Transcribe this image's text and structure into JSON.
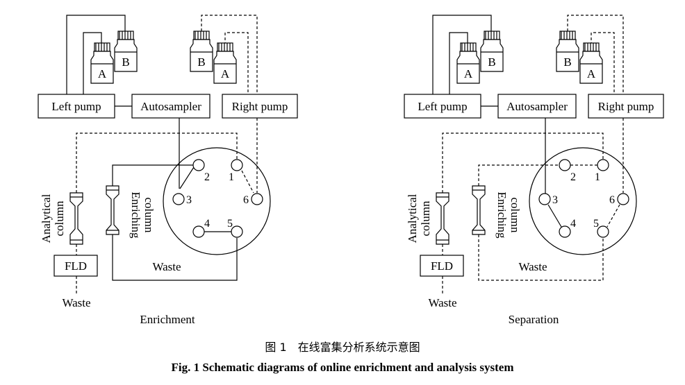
{
  "panels": [
    {
      "id": "enrichment",
      "label_left_pump": "Left pump",
      "label_autosampler": "Autosampler",
      "label_right_pump": "Right pump",
      "bottle_a": "A",
      "bottle_b": "B",
      "analytical_column": [
        "Analytical",
        "column"
      ],
      "enriching_column": [
        "Enriching",
        "column"
      ],
      "fld": "FLD",
      "waste_bottom": "Waste",
      "waste_valve": "Waste",
      "ports": [
        "1",
        "2",
        "3",
        "4",
        "5",
        "6"
      ],
      "title": "Enrichment"
    },
    {
      "id": "separation",
      "label_left_pump": "Left pump",
      "label_autosampler": "Autosampler",
      "label_right_pump": "Right pump",
      "bottle_a": "A",
      "bottle_b": "B",
      "analytical_column": [
        "Analytical",
        "column"
      ],
      "enriching_column": [
        "Enriching",
        "column"
      ],
      "fld": "FLD",
      "waste_bottom": "Waste",
      "waste_valve": "Waste",
      "ports": [
        "1",
        "2",
        "3",
        "4",
        "5",
        "6"
      ],
      "title": "Separation"
    }
  ],
  "caption": {
    "cn": "图 1　在线富集分析系统示意图",
    "en": "Fig. 1   Schematic diagrams of online enrichment and analysis system"
  }
}
